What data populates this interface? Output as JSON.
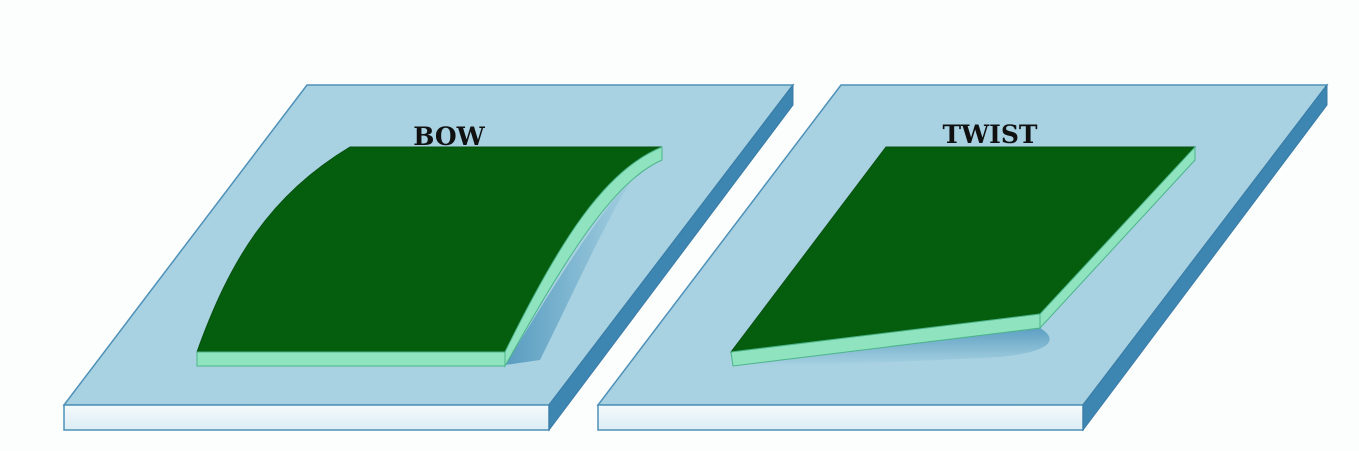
{
  "diagram": {
    "panels": [
      {
        "id": "bow",
        "label": "BOW"
      },
      {
        "id": "twist",
        "label": "TWIST"
      }
    ],
    "colors": {
      "background": "#fcfdfd",
      "platform_top": "#a8d2e2",
      "platform_front": "#e7f3f8",
      "platform_side": "#3d86b1",
      "platform_edge": "#4e91b8",
      "board_top": "#055e0d",
      "board_edge": "#8fe3bf",
      "board_edge_dark": "#4bb58a",
      "shadow": "#3e8ab5"
    }
  }
}
